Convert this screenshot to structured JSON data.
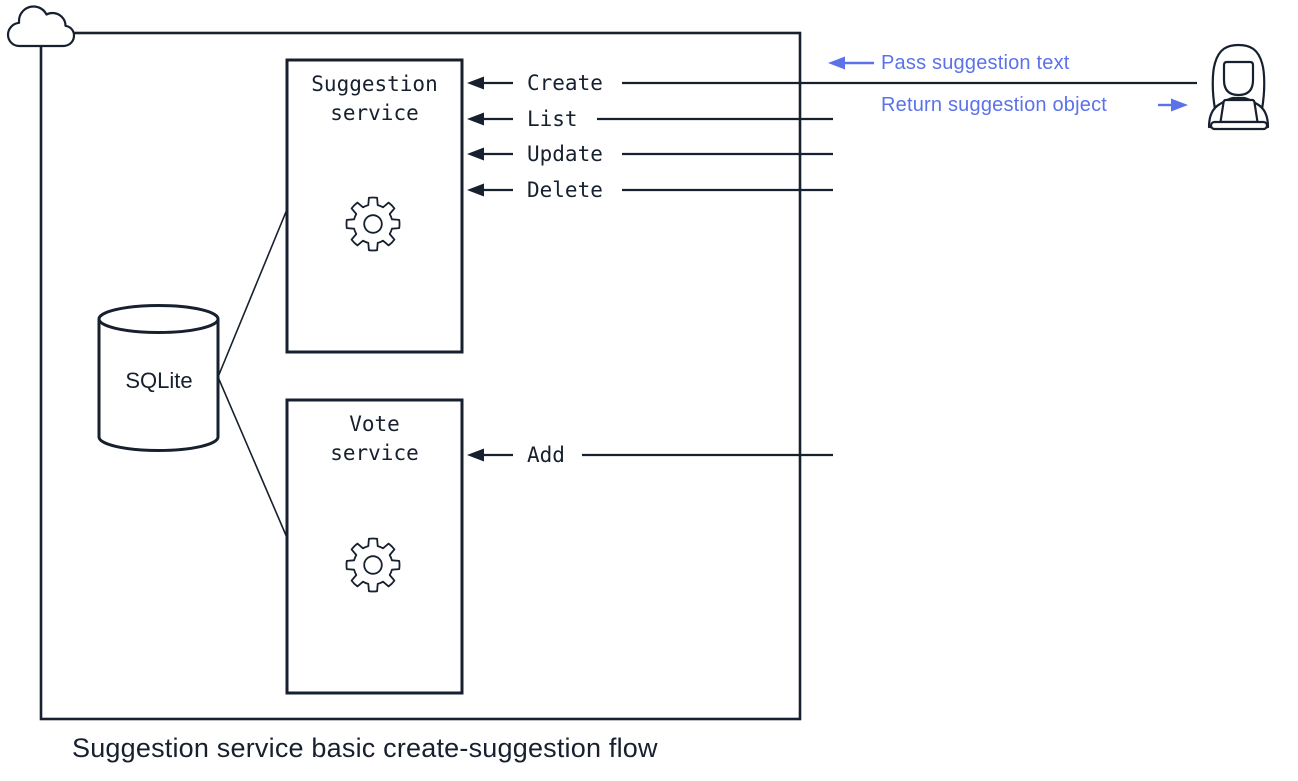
{
  "diagram": {
    "caption": "Suggestion service basic create-suggestion flow",
    "colors": {
      "ink": "#16202e",
      "accent_blue": "#5b72e8",
      "background": "#ffffff"
    },
    "icons": {
      "boundary_corner": "cloud-icon",
      "service_boxes": "gear-icon",
      "database": "database-cylinder-icon",
      "user": "person-at-laptop-icon"
    },
    "nodes": {
      "suggestion_service": {
        "label": "Suggestion\nservice"
      },
      "vote_service": {
        "label": "Vote\nservice"
      },
      "database": {
        "label": "SQLite"
      }
    },
    "operations": {
      "suggestion": [
        "Create",
        "List",
        "Update",
        "Delete"
      ],
      "vote": [
        "Add"
      ]
    },
    "annotations": {
      "request": "Pass suggestion text",
      "response": "Return suggestion object"
    }
  }
}
